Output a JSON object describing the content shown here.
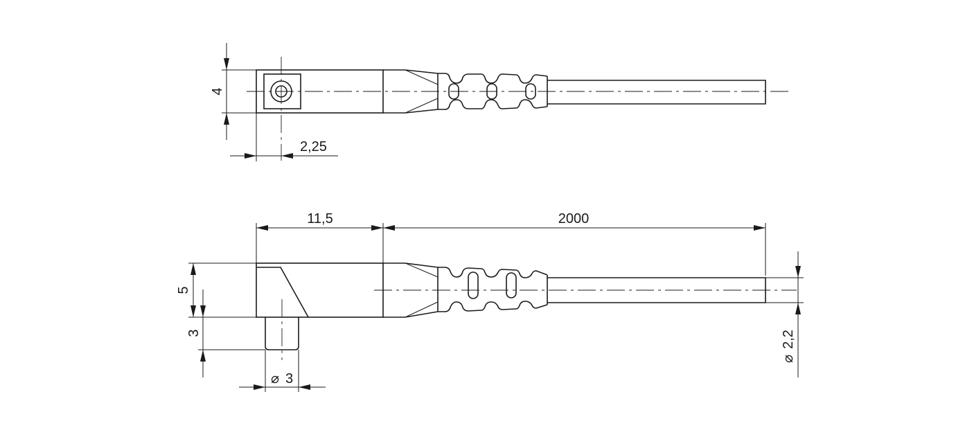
{
  "drawing": {
    "title": "",
    "dimensions": {
      "top_height": "4",
      "top_offset": "2,25",
      "length_body": "11,5",
      "length_cable": "2000",
      "side_height": "5",
      "pin_length": "3",
      "pin_diameter": "3",
      "cable_diameter": "2,2",
      "diameter_symbol": "⌀"
    }
  }
}
